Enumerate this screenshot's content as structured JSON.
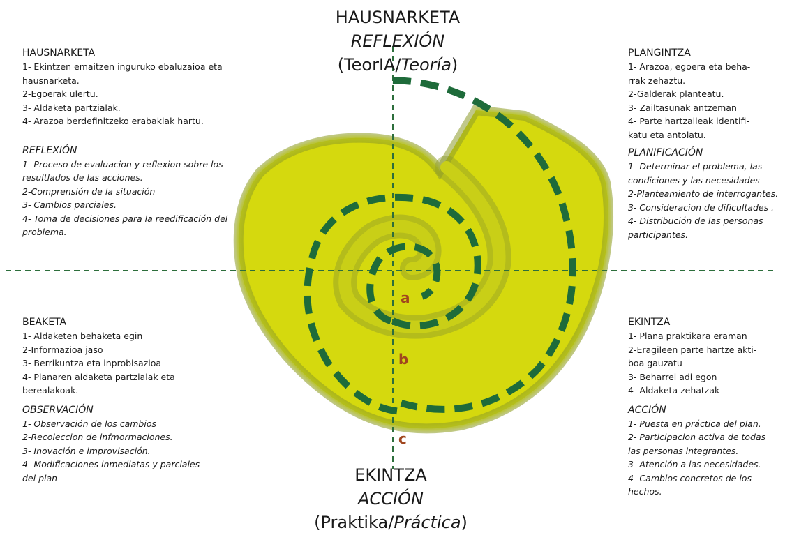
{
  "top_title": {
    "line1": "HAUSNARKETA",
    "line2": "REFLEXIÓN",
    "line3_open": "(TeorIA/",
    "line3_italic": "Teoría",
    "line3_close": ")"
  },
  "bottom_title": {
    "line1": "EKINTZA",
    "line2": "ACCIÓN",
    "line3_open": "(Praktika/",
    "line3_italic": "Práctica",
    "line3_close": ")"
  },
  "letters": {
    "a": "a",
    "b": "b",
    "c": "c"
  },
  "top_left": {
    "heading": "HAUSNARKETA",
    "items": [
      "1- Ekintzen emaitzen inguruko ebaluzaioa eta",
      "hausnarketa.",
      "2-Egoerak ulertu.",
      "3- Aldaketa partzialak.",
      "4- Arazoa berdefinitzeko erabakiak hartu."
    ],
    "heading_es": "REFLEXIÓN",
    "items_es": [
      "1- Proceso de evaluacion y reflexion sobre los",
      "resultlados de las acciones.",
      "2-Comprensión de la situación",
      "3- Cambios parciales.",
      "4- Toma de decisiones para la reedificación del",
      "problema."
    ]
  },
  "top_right": {
    "heading": "PLANGINTZA",
    "items": [
      "1- Arazoa, egoera eta beha-",
      "rrak zehaztu.",
      "2-Galderak planteatu.",
      "3- Zailtasunak antzeman",
      "4- Parte hartzaileak identifi-",
      "katu eta antolatu."
    ],
    "heading_es": "PLANIFICACIÓN",
    "items_es": [
      "1- Determinar el problema, las",
      "condiciones y las necesidades",
      "2-Planteamiento de interrogantes.",
      "3- Consideracion de dificultades  .",
      "4- Distribución de las personas",
      "participantes."
    ]
  },
  "bottom_left": {
    "heading": "BEAKETA",
    "items": [
      "1- Aldaketen behaketa egin",
      "2-Informazioa jaso",
      "3- Berrikuntza eta inprobisazioa",
      "4- Planaren aldaketa partzialak eta",
      "berealakoak."
    ],
    "heading_es": "OBSERVACIÓN",
    "items_es": [
      "1- Observación de los cambios",
      "2-Recoleccion de infmormaciones.",
      "3- Inovación e improvisación.",
      "4- Modificaciones inmediatas y parciales",
      "del plan"
    ]
  },
  "bottom_right": {
    "heading": "EKINTZA",
    "items": [
      "1- Plana praktikara eraman",
      "2-Eragileen parte hartze akti-",
      "boa gauzatu",
      "3- Beharrei adi egon",
      "4- Aldaketa zehatzak"
    ],
    "heading_es": "ACCIÓN",
    "items_es": [
      "1- Puesta en práctica del plan.",
      "2- Participacion activa de todas",
      "las personas integrantes.",
      "3- Atención a las necesidades.",
      "4- Cambios concretos de los",
      "hechos."
    ]
  },
  "colors": {
    "spiral_fill": "#d7db0c",
    "spiral_edge": "#8d9c1e",
    "dash_green": "#1e6b3a",
    "letter_color": "#a0461e"
  }
}
